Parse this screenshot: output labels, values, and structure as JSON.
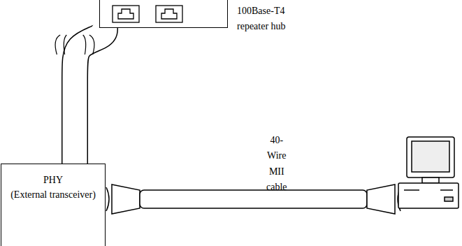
{
  "diagram": {
    "nodes": [
      {
        "text": [
          "100Base-T4 repeater hub"
        ]
      },
      {
        "text": [
          "PHY",
          "(External transceiver)"
        ]
      }
    ],
    "edges": [
      {
        "from": 0,
        "to": 1,
        "arrow": "none"
      }
    ],
    "labels": [
      "40-Wire MII cable"
    ]
  }
}
